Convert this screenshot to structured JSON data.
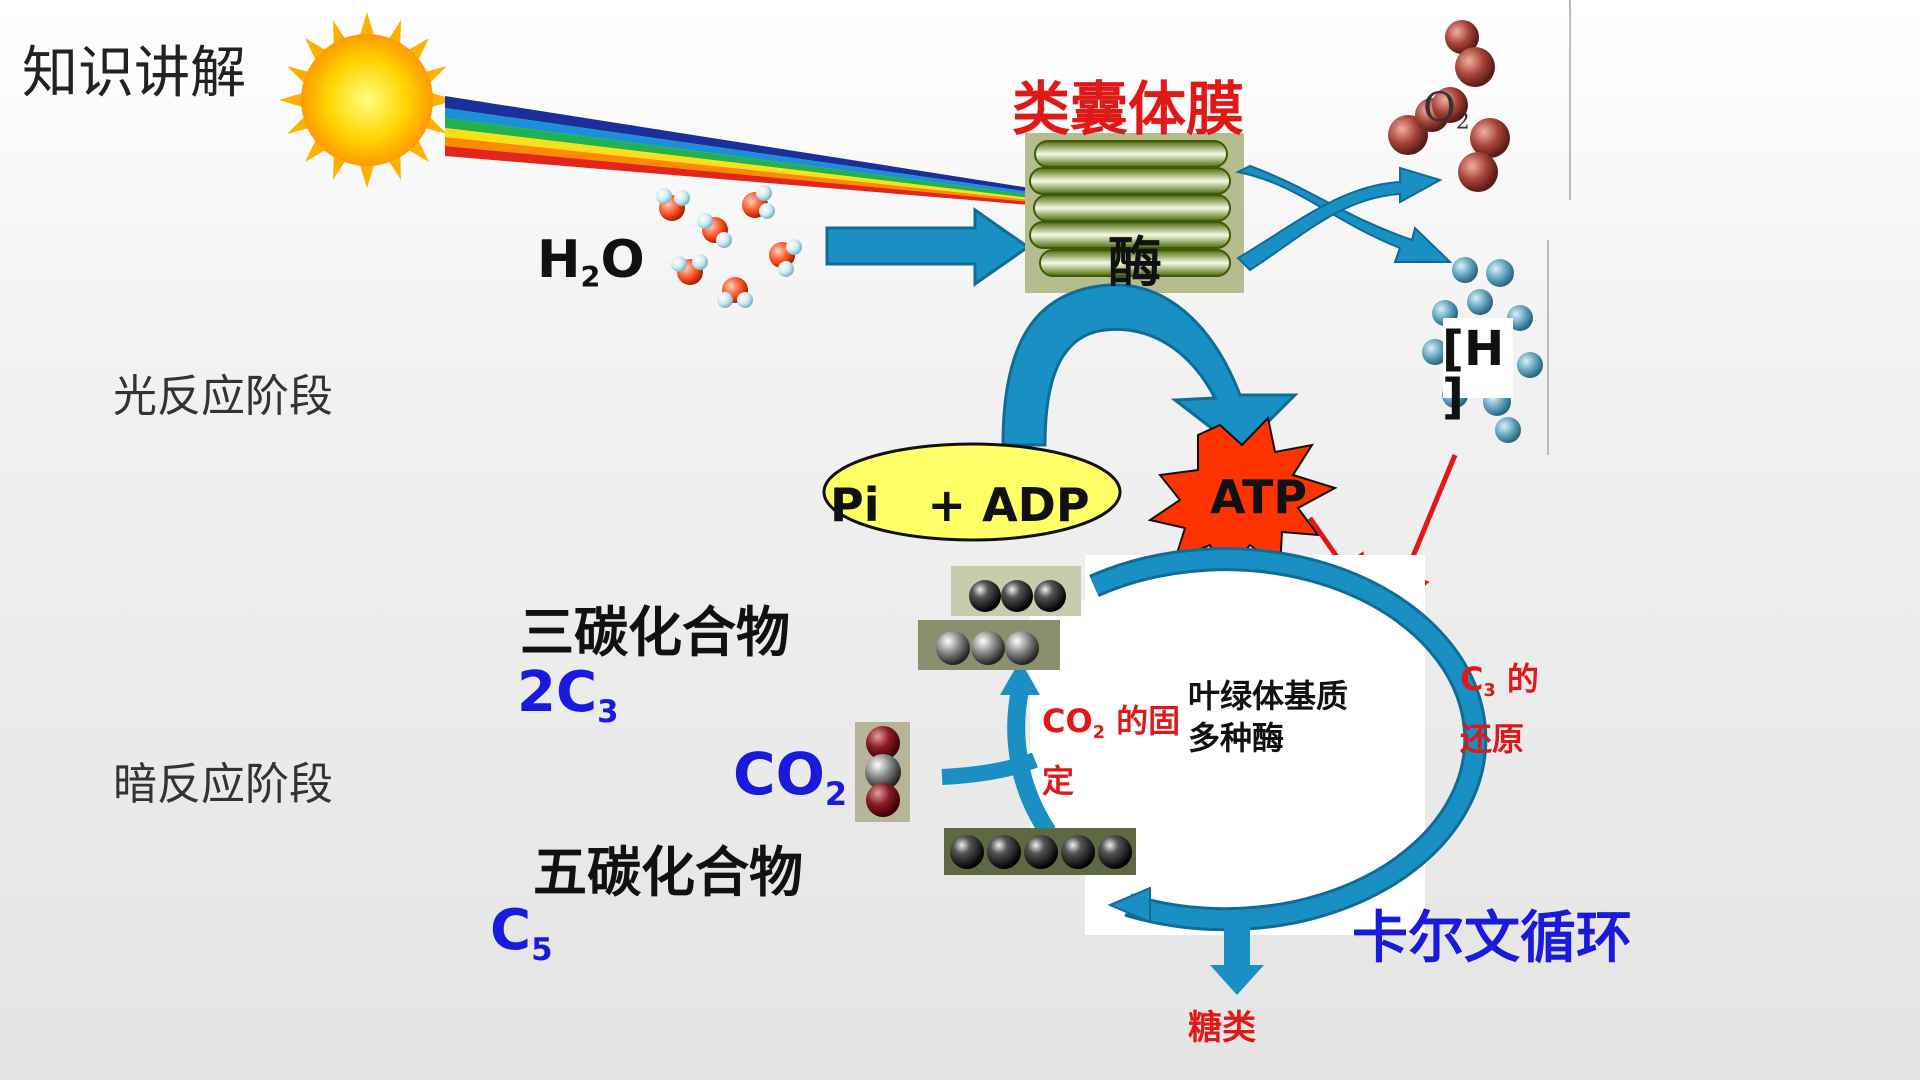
{
  "slide_title": "知识讲解",
  "phases": {
    "light": "光反应阶段",
    "dark": "暗反应阶段"
  },
  "thylakoid": {
    "title": "类囊体膜",
    "enzyme": "酶"
  },
  "molecules": {
    "water": "H",
    "water_sub": "2",
    "water_tail": "O",
    "oxygen": "O",
    "oxygen_sub": "2",
    "hydrogen_open": "[H",
    "hydrogen_close": "]",
    "pi_adp": "Pi   + ADP",
    "atp": "ATP"
  },
  "compounds": {
    "c3_name": "三碳化合物",
    "c3_formula": "2C",
    "c3_sub": "3",
    "co2": "CO",
    "co2_sub": "2",
    "c5_name": "五碳化合物",
    "c5_formula": "C",
    "c5_sub": "5"
  },
  "cycle": {
    "stroma_line1": "叶绿体基质",
    "stroma_line2": "多种酶",
    "fixation_a": "CO",
    "fixation_sub": "2",
    "fixation_b": " 的固",
    "fixation_c": "定",
    "reduction_a": "C",
    "reduction_sub": "3",
    "reduction_b": " 的",
    "reduction_c": "还原",
    "name": "卡尔文循环",
    "sugar": "糖类"
  },
  "colors": {
    "arrow_blue": "#1a8fc4",
    "label_red": "#e01818",
    "label_blue": "#1a1adc",
    "thylakoid_green": "#5c7a12",
    "atp_star": "#ff3300",
    "adp_ellipse": "#ffff66"
  }
}
